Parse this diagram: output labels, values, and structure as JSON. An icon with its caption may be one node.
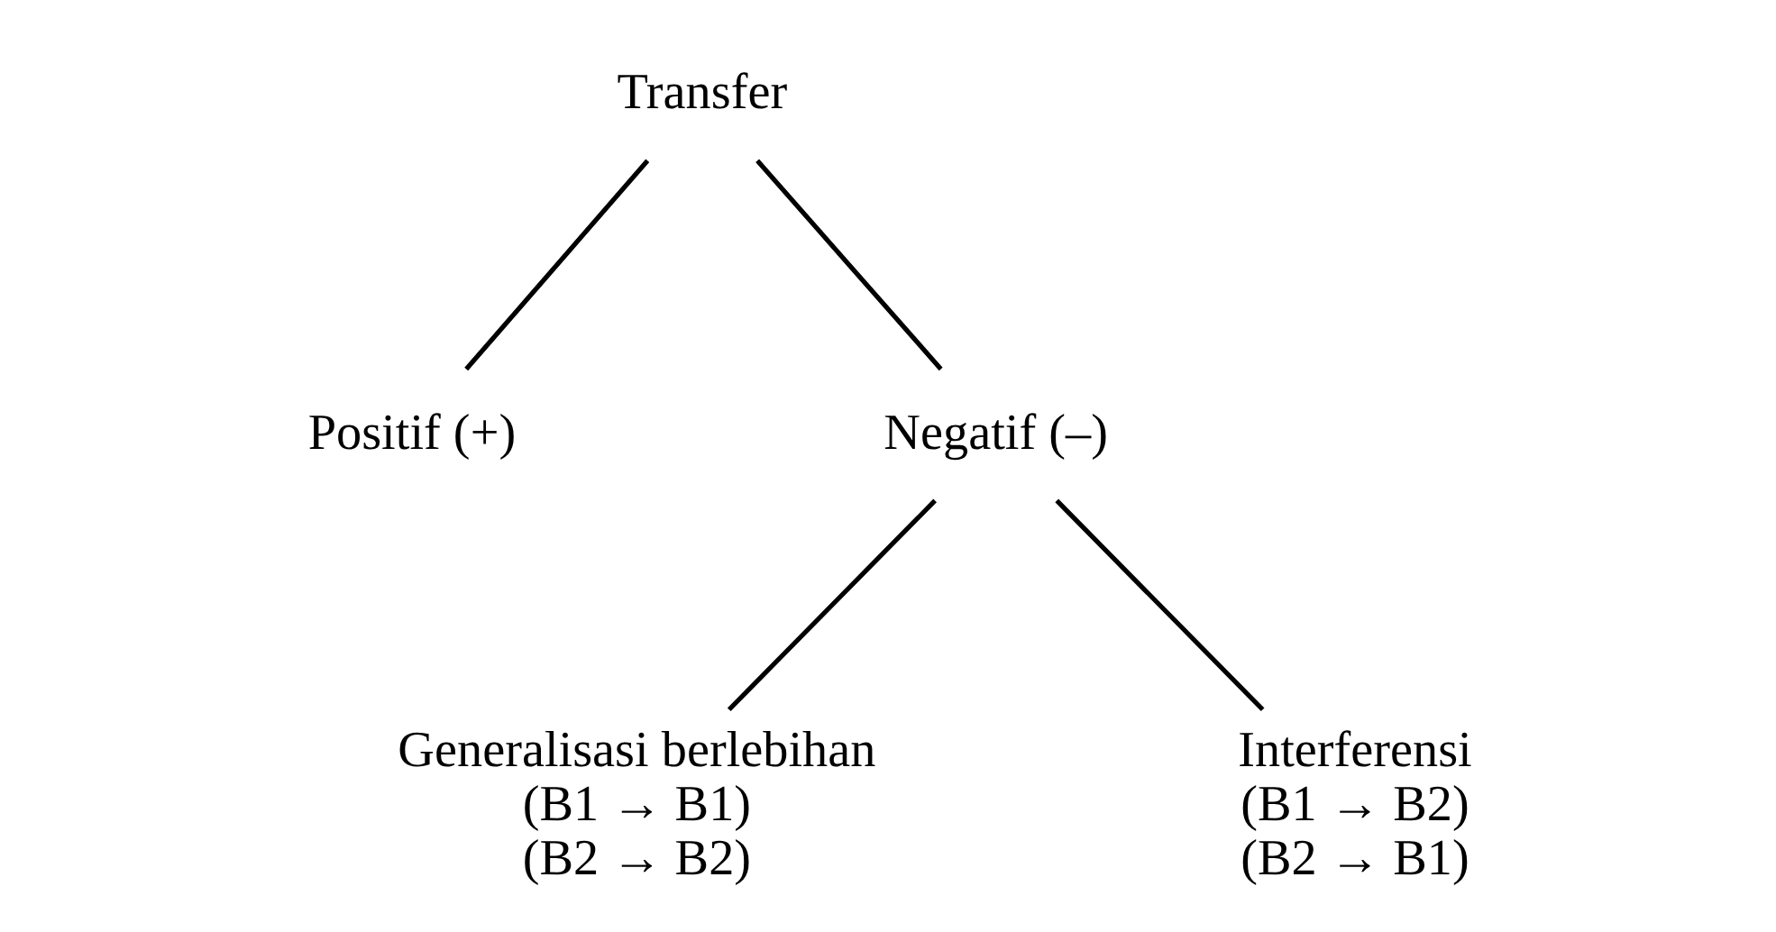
{
  "diagram": {
    "nodes": [
      {
        "text": [
          "Transfer"
        ]
      },
      {
        "text": [
          "Positif (+)"
        ]
      },
      {
        "text": [
          "Negatif (–)"
        ]
      },
      {
        "text": [
          "Generalisasi berlebihan",
          "(B1 → B1)",
          "(B2 → B2)"
        ]
      },
      {
        "text": [
          "Interferensi",
          "(B1 → B2)",
          "(B2 → B1)"
        ]
      }
    ],
    "edges": [
      {
        "from": 0,
        "to": 1,
        "arrow": "none"
      },
      {
        "from": 0,
        "to": 2,
        "arrow": "none"
      },
      {
        "from": 2,
        "to": 3,
        "arrow": "none"
      },
      {
        "from": 2,
        "to": 4,
        "arrow": "none"
      }
    ]
  }
}
